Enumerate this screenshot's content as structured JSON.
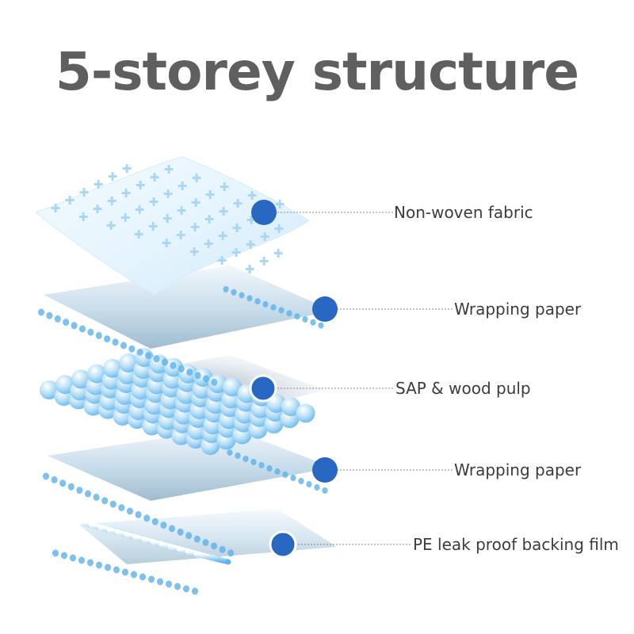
{
  "title": "5-storey structure",
  "colors": {
    "marker": "#2868c2",
    "leader": "#8a8a8a",
    "layer_light": "#e6f4fd",
    "layer_mid": "#a9d7f3",
    "layer_deep": "#5cb2ea",
    "shadow": "#8fa5b8"
  },
  "layers": [
    {
      "label": "Non-woven fabric"
    },
    {
      "label": "Wrapping paper"
    },
    {
      "label": "SAP & wood pulp"
    },
    {
      "label": "Wrapping paper"
    },
    {
      "label": "PE leak proof backing film"
    }
  ]
}
